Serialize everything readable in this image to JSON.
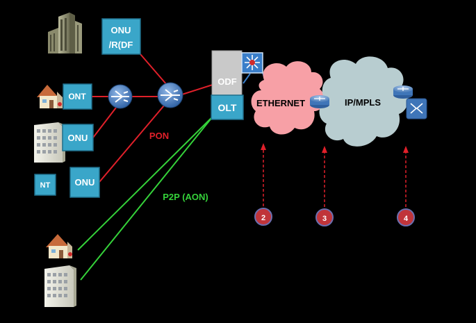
{
  "colors": {
    "background": "#000000",
    "box_fill": "#3aa6c9",
    "box_stroke": "#1f6e8a",
    "pon_line": "#e0202a",
    "p2p_line": "#35d23a",
    "ethernet_cloud": "#f7a0a6",
    "ipmpls_cloud": "#b8cdd0",
    "marker": "#c0343a",
    "arrow": "#e0202a",
    "odf_box": "#c9c9c9"
  },
  "boxes": {
    "onu_rdf_line1": "ONU",
    "onu_rdf_line2": "/R(DF",
    "ont": "ONT",
    "onu_building": "ONU",
    "onu_bottom": "ONU",
    "nt": "NT",
    "odf": "ODF",
    "olt": "OLT"
  },
  "labels": {
    "pon": "PON",
    "p2p": "P2P (AON)",
    "ethernet": "ETHERNET",
    "ipmpls": "IP/MPLS"
  },
  "markers": [
    "2",
    "3",
    "4"
  ],
  "icons": {
    "office": "office-tower-icon",
    "house": "house-icon",
    "building": "apartment-building-icon",
    "splitter": "optical-splitter-icon",
    "switch": "ethernet-switch-icon",
    "router": "router-icon",
    "mpls_switch": "mpls-switch-icon"
  }
}
